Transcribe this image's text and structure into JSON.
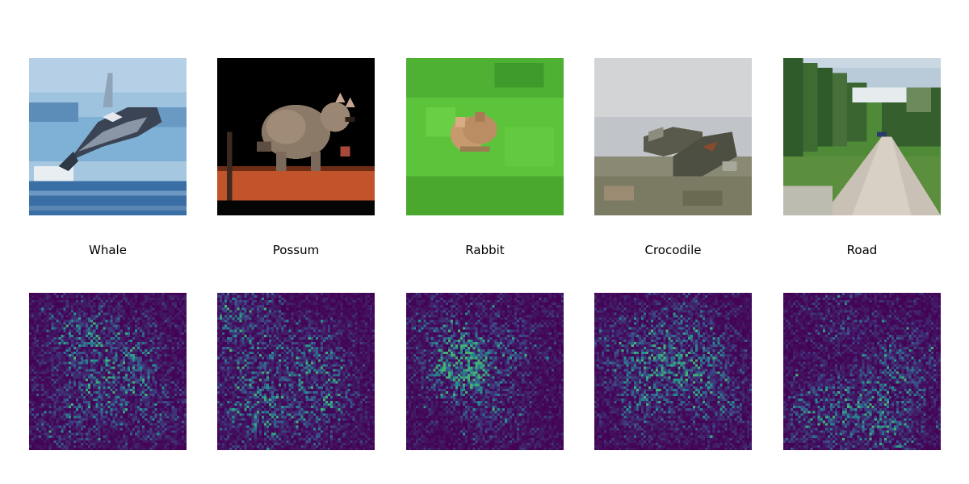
{
  "panels": [
    {
      "label": "Whale",
      "photo_icon": "whale-photo",
      "map_icon": "saliency-heatmap"
    },
    {
      "label": "Possum",
      "photo_icon": "possum-photo",
      "map_icon": "saliency-heatmap"
    },
    {
      "label": "Rabbit",
      "photo_icon": "rabbit-photo",
      "map_icon": "saliency-heatmap"
    },
    {
      "label": "Crocodile",
      "photo_icon": "crocodile-photo",
      "map_icon": "saliency-heatmap"
    },
    {
      "label": "Road",
      "photo_icon": "road-photo",
      "map_icon": "saliency-heatmap"
    }
  ],
  "colors": {
    "background": "#ffffff",
    "heatmap_low": "#440154",
    "heatmap_mid": "#3b528b",
    "heatmap_high": "#21a7a0"
  }
}
